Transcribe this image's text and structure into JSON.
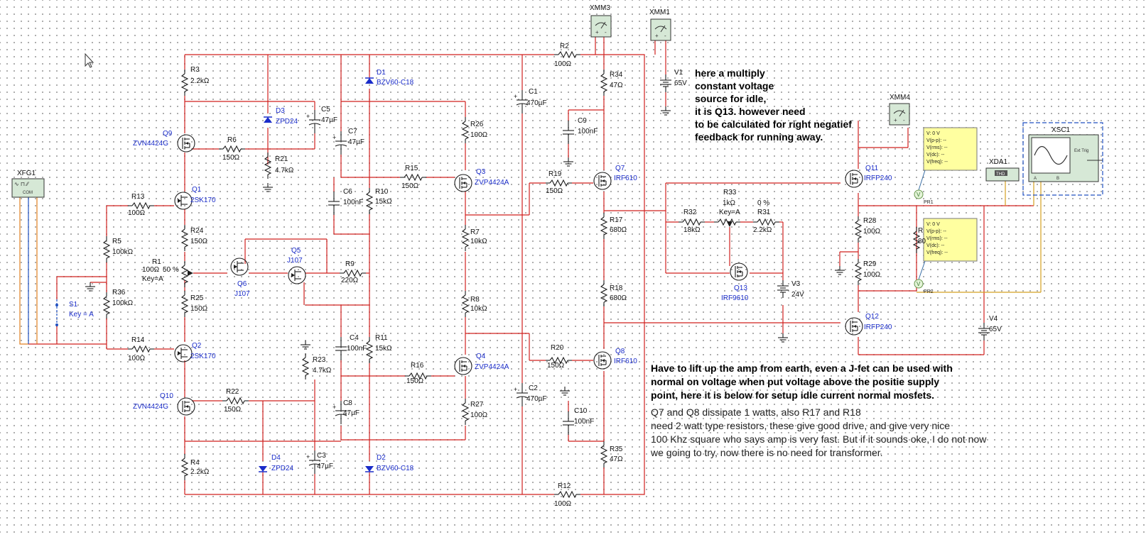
{
  "instruments": {
    "xfg1": "XFG1",
    "xmm3": "XMM3",
    "xmm1": "XMM1",
    "xmm4": "XMM4",
    "xda1": "XDA1",
    "xda1_face": "THD",
    "xsc1": "XSC1",
    "xsc1_trig": "Ext Trig",
    "xsc1_a": "A",
    "xsc1_b": "B",
    "xfg1_com": "COM"
  },
  "resistors": [
    {
      "ref": "R2",
      "value": "100Ω"
    },
    {
      "ref": "R3",
      "value": "2.2kΩ"
    },
    {
      "ref": "R4",
      "value": "2.2kΩ"
    },
    {
      "ref": "R5",
      "value": "100kΩ"
    },
    {
      "ref": "R6",
      "value": "150Ω"
    },
    {
      "ref": "R7",
      "value": "10kΩ"
    },
    {
      "ref": "R8",
      "value": "10kΩ"
    },
    {
      "ref": "R9",
      "value": "220Ω"
    },
    {
      "ref": "R10",
      "value": "15kΩ"
    },
    {
      "ref": "R11",
      "value": "15kΩ"
    },
    {
      "ref": "R12",
      "value": "100Ω"
    },
    {
      "ref": "R13",
      "value": "100Ω"
    },
    {
      "ref": "R14",
      "value": "100Ω"
    },
    {
      "ref": "R15",
      "value": "150Ω"
    },
    {
      "ref": "R16",
      "value": "150Ω"
    },
    {
      "ref": "R17",
      "value": "680Ω"
    },
    {
      "ref": "R18",
      "value": "680Ω"
    },
    {
      "ref": "R19",
      "value": "150Ω"
    },
    {
      "ref": "R20",
      "value": "150Ω"
    },
    {
      "ref": "R21",
      "value": "4.7kΩ"
    },
    {
      "ref": "R22",
      "value": "150Ω"
    },
    {
      "ref": "R23",
      "value": "4.7kΩ"
    },
    {
      "ref": "R24",
      "value": "150Ω"
    },
    {
      "ref": "R25",
      "value": "150Ω"
    },
    {
      "ref": "R26",
      "value": "100Ω"
    },
    {
      "ref": "R27",
      "value": "100Ω"
    },
    {
      "ref": "R28",
      "value": "100Ω"
    },
    {
      "ref": "R29",
      "value": "100Ω"
    },
    {
      "ref": "R31",
      "value": "2.2kΩ"
    },
    {
      "ref": "R32",
      "value": "18kΩ"
    },
    {
      "ref": "R34",
      "value": "47Ω"
    },
    {
      "ref": "R35",
      "value": "47Ω"
    },
    {
      "ref": "R36",
      "value": "100kΩ"
    },
    {
      "ref": "R",
      "value": "80"
    }
  ],
  "pots": [
    {
      "ref": "R1",
      "value": "100Ω",
      "pct": "50 %",
      "key": "Key=A"
    },
    {
      "ref": "R33",
      "value": "1kΩ",
      "pct": "0 %",
      "key": "Key=A"
    }
  ],
  "capacitors": [
    {
      "ref": "C1",
      "value": "470µF"
    },
    {
      "ref": "C2",
      "value": "470µF"
    },
    {
      "ref": "C3",
      "value": "47µF"
    },
    {
      "ref": "C4",
      "value": "100nF"
    },
    {
      "ref": "C5",
      "value": "47µF"
    },
    {
      "ref": "C6",
      "value": "100nF"
    },
    {
      "ref": "C7",
      "value": "47µF"
    },
    {
      "ref": "C8",
      "value": "47µF"
    },
    {
      "ref": "C9",
      "value": "100nF"
    },
    {
      "ref": "C10",
      "value": "100nF"
    }
  ],
  "diodes": [
    {
      "ref": "D1",
      "part": "BZV60-C18"
    },
    {
      "ref": "D2",
      "part": "BZV60-C18"
    },
    {
      "ref": "D3",
      "part": "ZPD24"
    },
    {
      "ref": "D4",
      "part": "ZPD24"
    }
  ],
  "transistors": [
    {
      "ref": "Q1",
      "part": "2SK170"
    },
    {
      "ref": "Q2",
      "part": "2SK170"
    },
    {
      "ref": "Q3",
      "part": "ZVP4424A"
    },
    {
      "ref": "Q4",
      "part": "ZVP4424A"
    },
    {
      "ref": "Q5",
      "part": "J107"
    },
    {
      "ref": "Q6",
      "part": "J107"
    },
    {
      "ref": "Q7",
      "part": "IRF610"
    },
    {
      "ref": "Q8",
      "part": "IRF610"
    },
    {
      "ref": "Q9",
      "part": "ZVN4424G"
    },
    {
      "ref": "Q10",
      "part": "ZVN4424G"
    },
    {
      "ref": "Q11",
      "part": "IRFP240"
    },
    {
      "ref": "Q12",
      "part": "IRFP240"
    },
    {
      "ref": "Q13",
      "part": "IRF9610"
    }
  ],
  "sources": [
    {
      "ref": "V1",
      "value": "65V"
    },
    {
      "ref": "V3",
      "value": "24V"
    },
    {
      "ref": "V4",
      "value": "65V"
    }
  ],
  "switch": {
    "ref": "S1",
    "key": "Key = A"
  },
  "probes": [
    {
      "ref": "PR1",
      "symbol": "V",
      "lines": [
        "V: 0 V",
        "V(p-p): --",
        "V(rms): --",
        "V(dc): --",
        "V(freq): --"
      ]
    },
    {
      "ref": "PR2",
      "symbol": "V",
      "lines": [
        "V: 0 V",
        "V(p-p): --",
        "V(rms): --",
        "V(dc): --",
        "V(freq): --"
      ]
    }
  ],
  "notes": {
    "top": [
      "here a multiply",
      "constant voltage",
      "source for idle,",
      "it is Q13. however need",
      "to be calculated for right negatief",
      "feedback for running away."
    ],
    "bottom_bold": [
      "Have to lift up the amp from earth, even a J-fet can be used with",
      "normal on voltage when put voltage above the positie supply",
      "point, here it is below for setup idle current normal mosfets."
    ],
    "bottom_plain": [
      "Q7 and Q8 dissipate 1 watts, also R17 and R18",
      "need 2 watt type resistors, these give good drive, and give very nice",
      "100 Khz square who says amp is very fast. But if it sounds oke, I do not now",
      "we going to try, now there is no need for transformer."
    ]
  }
}
